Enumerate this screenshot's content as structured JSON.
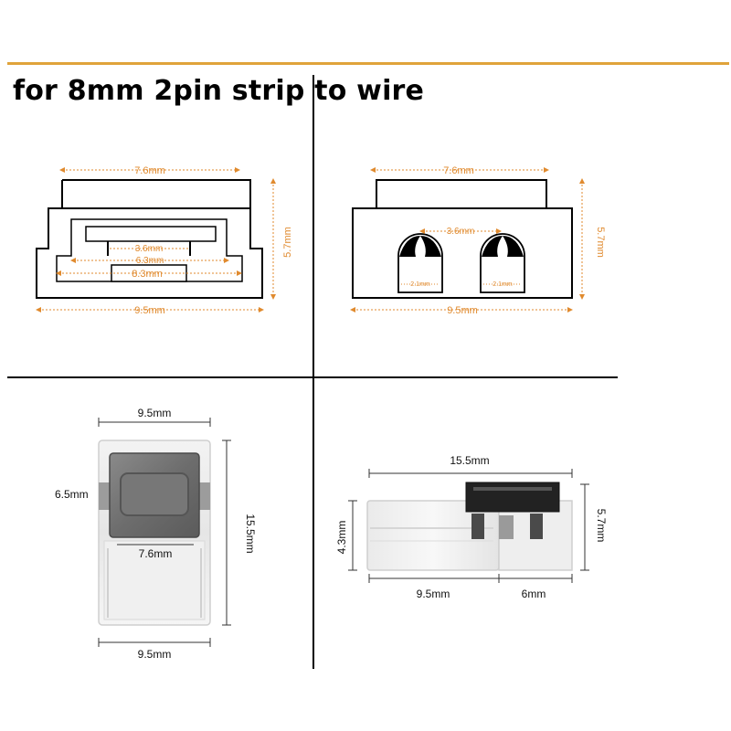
{
  "title": "for 8mm 2pin strip to wire",
  "colors": {
    "accent": "#e0a33a",
    "dimension_text": "#e08a2e",
    "outline": "#000000"
  },
  "top_left_drawing": {
    "top_width": "7.6mm",
    "inner_width": "3.6mm",
    "mid_width": "6.3mm",
    "bottom_inner_width": "8.3mm",
    "overall_width": "9.5mm",
    "height": "5.7mm"
  },
  "top_right_drawing": {
    "top_width": "7.6mm",
    "pin_spacing": "3.6mm",
    "pin_left_width": "2.1mm",
    "pin_right_width": "2.1mm",
    "overall_width": "9.5mm",
    "height": "5.7mm"
  },
  "bottom_left_photo": {
    "top_width": "9.5mm",
    "left_height": "6.5mm",
    "inner_width": "7.6mm",
    "right_height": "15.5mm",
    "bottom_width": "9.5mm"
  },
  "bottom_right_photo": {
    "total_length": "15.5mm",
    "left_height": "4.3mm",
    "right_height": "5.7mm",
    "left_length": "9.5mm",
    "right_length": "6mm"
  }
}
